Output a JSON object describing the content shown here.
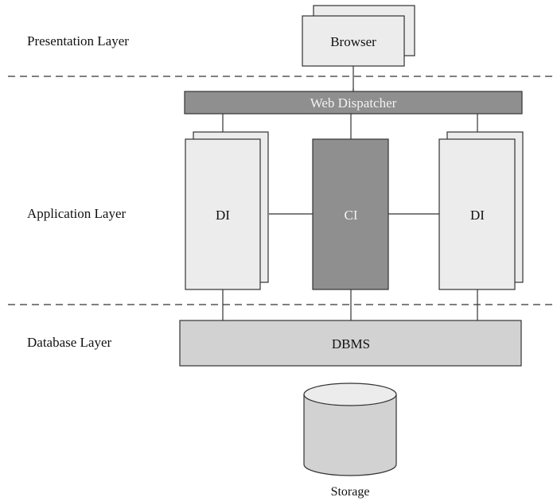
{
  "layers": {
    "presentation": "Presentation Layer",
    "application": "Application Layer",
    "database": "Database Layer"
  },
  "components": {
    "browser": "Browser",
    "web_dispatcher": "Web Dispatcher",
    "di_left": "DI",
    "ci": "CI",
    "di_right": "DI",
    "dbms": "DBMS",
    "storage": "Storage"
  },
  "colors": {
    "light_fill": "#ececec",
    "dark_fill": "#8f8f8f",
    "mid_fill": "#d2d2d2",
    "stroke": "#333333"
  }
}
